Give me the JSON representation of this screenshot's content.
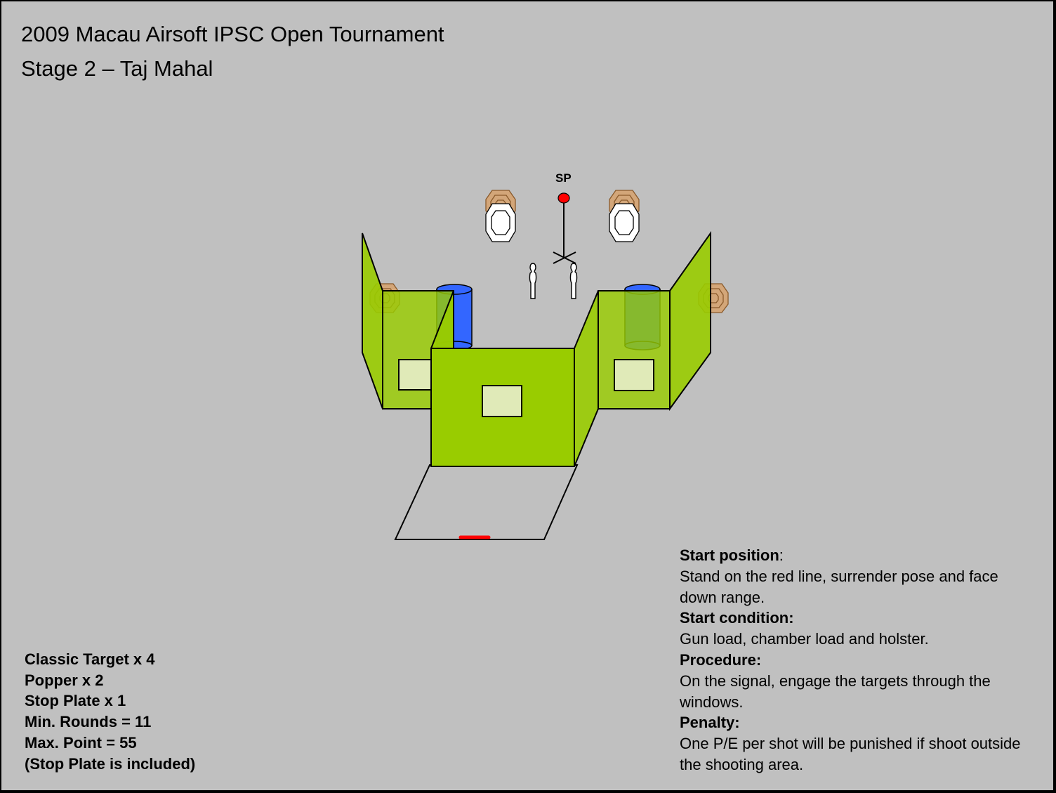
{
  "header": {
    "title": "2009 Macau Airsoft IPSC Open Tournament",
    "subtitle": "Stage 2 – Taj Mahal"
  },
  "diagram": {
    "start_point_label": "SP",
    "colors": {
      "background": "#c0c0c0",
      "wall": "#99cc00",
      "window": "#e0eab8",
      "barrel": "#3366ff",
      "classic_target_brown": "#d3a679",
      "start_point": "#ff0000",
      "start_line": "#ff0000"
    },
    "elements": {
      "classic_targets": 4,
      "no_shoot_targets": 2,
      "poppers": 2,
      "barrels": 2,
      "stop_plate": 1
    }
  },
  "summary": {
    "lines": [
      "Classic Target x 4",
      "Popper x 2",
      "Stop Plate x 1",
      "Min. Rounds = 11",
      "Max. Point = 55",
      "(Stop Plate is included)"
    ]
  },
  "briefing": {
    "start_position_label": "Start position",
    "start_position_text": "Stand on the red line, surrender pose and face down range.",
    "start_condition_label": "Start condition:",
    "start_condition_text": "Gun load, chamber load and holster.",
    "procedure_label": "Procedure:",
    "procedure_text": "On the signal, engage the targets through the windows.",
    "penalty_label": "Penalty:",
    "penalty_text": "One P/E per shot will be punished if shoot outside the shooting area."
  }
}
